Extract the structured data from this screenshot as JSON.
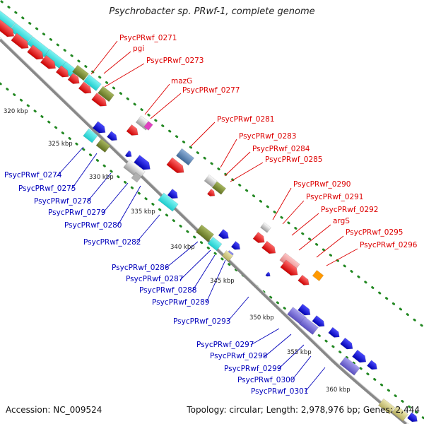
{
  "title": "Psychrobacter sp. PRwf-1, complete genome",
  "footer": {
    "accession": "Accession: NC_009524",
    "summary": "Topology: circular; Length: 2,978,976 bp; Genes: 2,444"
  },
  "colors": {
    "label_red": "#dd0000",
    "label_blue": "#0000bb",
    "backbone": "#999999",
    "tick": "#228822"
  },
  "scale": {
    "unit": "kbp",
    "ticks": [
      {
        "kbp": 320,
        "label": "320 kbp"
      },
      {
        "kbp": 325,
        "label": "325 kbp"
      },
      {
        "kbp": 330,
        "label": "330 kbp"
      },
      {
        "kbp": 335,
        "label": "335 kbp"
      },
      {
        "kbp": 340,
        "label": "340 kbp"
      },
      {
        "kbp": 345,
        "label": "345 kbp"
      },
      {
        "kbp": 350,
        "label": "350 kbp"
      },
      {
        "kbp": 355,
        "label": "355 kbp"
      },
      {
        "kbp": 360,
        "label": "360 kbp"
      }
    ]
  },
  "labels_forward": [
    {
      "text": "PsycPRwf_0271"
    },
    {
      "text": "pgi"
    },
    {
      "text": "PsycPRwf_0273"
    },
    {
      "text": "mazG"
    },
    {
      "text": "PsycPRwf_0277"
    },
    {
      "text": "PsycPRwf_0281"
    },
    {
      "text": "PsycPRwf_0283"
    },
    {
      "text": "PsycPRwf_0284"
    },
    {
      "text": "PsycPRwf_0285"
    },
    {
      "text": "PsycPRwf_0290"
    },
    {
      "text": "PsycPRwf_0291"
    },
    {
      "text": "PsycPRwf_0292"
    },
    {
      "text": "argS"
    },
    {
      "text": "PsycPRwf_0295"
    },
    {
      "text": "PsycPRwf_0296"
    }
  ],
  "labels_reverse": [
    {
      "text": "PsycPRwf_0274"
    },
    {
      "text": "PsycPRwf_0275"
    },
    {
      "text": "PsycPRwf_0278"
    },
    {
      "text": "PsycPRwf_0279"
    },
    {
      "text": "PsycPRwf_0280"
    },
    {
      "text": "PsycPRwf_0282"
    },
    {
      "text": "PsycPRwf_0286"
    },
    {
      "text": "PsycPRwf_0287"
    },
    {
      "text": "PsycPRwf_0288"
    },
    {
      "text": "PsycPRwf_0289"
    },
    {
      "text": "PsycPRwf_0293"
    },
    {
      "text": "PsycPRwf_0297"
    },
    {
      "text": "PsycPRwf_0298"
    },
    {
      "text": "PsycPRwf_0299"
    },
    {
      "text": "PsycPRwf_0300"
    },
    {
      "text": "PsycPRwf_0301"
    }
  ]
}
